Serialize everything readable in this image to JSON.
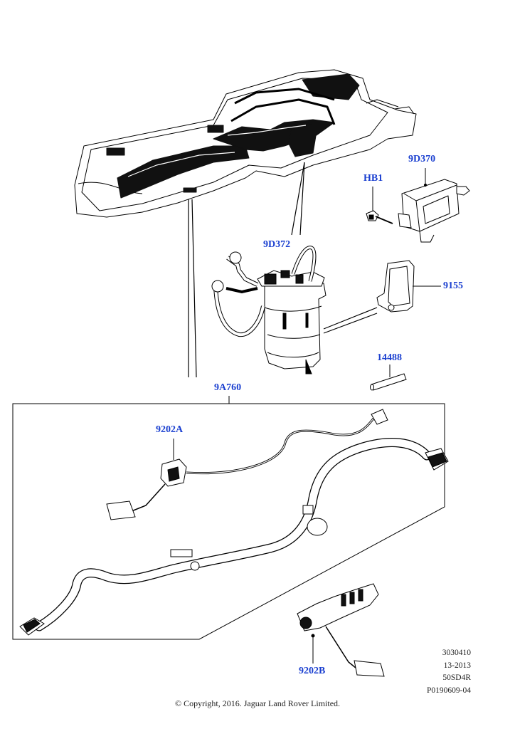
{
  "callouts": {
    "c9d370": "9D370",
    "chb1": "HB1",
    "c9d372": "9D372",
    "c9155": "9155",
    "c14488": "14488",
    "c9a760": "9A760",
    "c9202a": "9202A",
    "c9202b": "9202B"
  },
  "meta": {
    "line1": "3030410",
    "line2": "13-2013",
    "line3": "50SD4R",
    "line4": "P0190609-04"
  },
  "copyright": "© Copyright, 2016. Jaguar Land Rover Limited.",
  "colors": {
    "callout": "#1a3fd0",
    "line": "#000000"
  }
}
